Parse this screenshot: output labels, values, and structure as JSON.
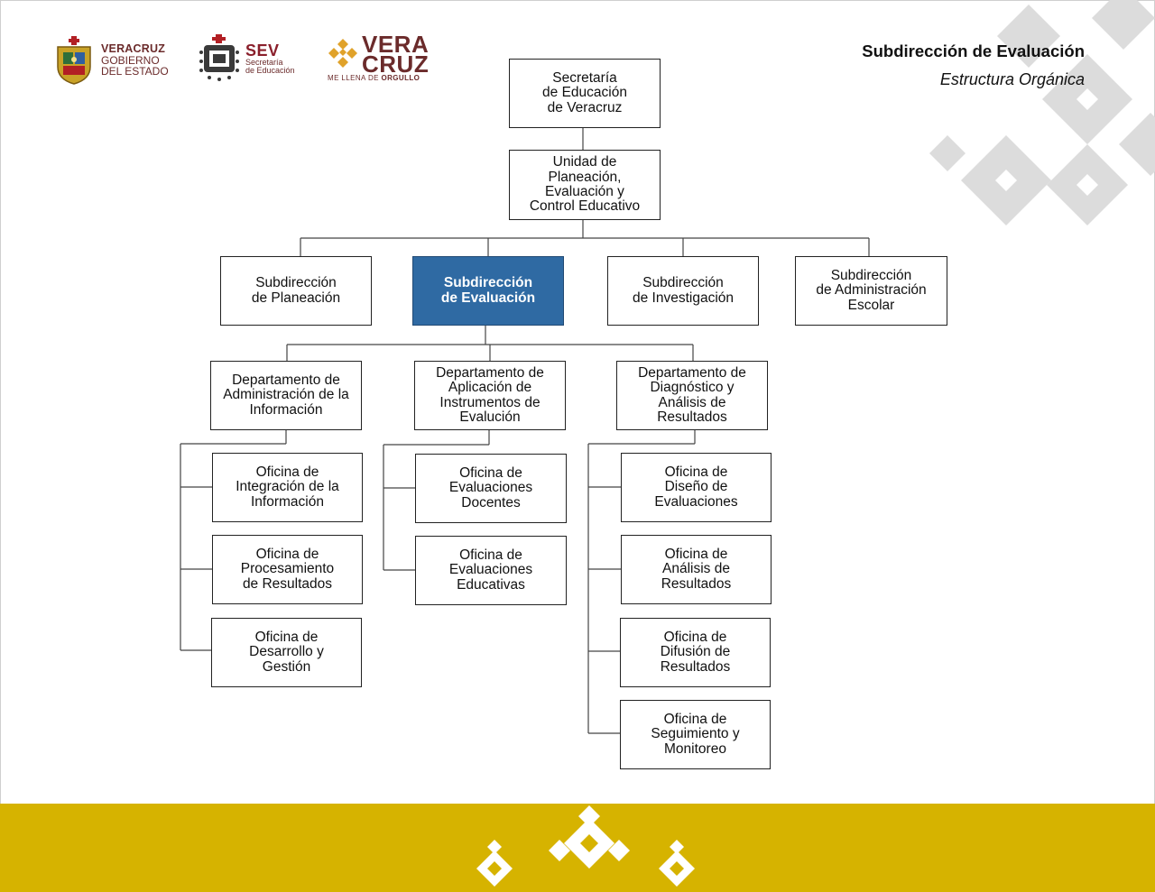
{
  "header": {
    "title": "Subdirección de Evaluación",
    "subtitle": "Estructura Orgánica"
  },
  "logos": {
    "gobierno": {
      "line1": "VERACRUZ",
      "line2": "GOBIERNO",
      "line3": "DEL ESTADO"
    },
    "sev": {
      "name": "SEV",
      "line1": "Secretaría",
      "line2": "de Educación"
    },
    "veracruz_brand": {
      "word1": "VERA",
      "word2": "CRUZ",
      "slogan_plain": "ME LLENA DE ",
      "slogan_bold": "ORGULLO"
    }
  },
  "org": {
    "secretaria": "Secretaría\nde Educación\nde Veracruz",
    "unidad": "Unidad de\nPlaneación,\nEvaluación y\nControl Educativo",
    "subdirecciones": {
      "planeacion": "Subdirección\nde Planeación",
      "evaluacion": "Subdirección\nde Evaluación",
      "investigacion": "Subdirección\nde Investigación",
      "administracion": "Subdirección\nde Administración\nEscolar"
    },
    "departamentos": {
      "admin_info": "Departamento de\nAdministración de la\nInformación",
      "aplicacion": "Departamento de\nAplicación de\nInstrumentos de\nEvalución",
      "diagnostico": "Departamento de\nDiagnóstico y\nAnálisis de\nResultados"
    },
    "oficinas": {
      "integracion": "Oficina de\nIntegración de la\nInformación",
      "procesamiento": "Oficina de\nProcesamiento\nde Resultados",
      "desarrollo": "Oficina de\nDesarrollo y\nGestión",
      "ev_docentes": "Oficina de\nEvaluaciones\nDocentes",
      "ev_educativas": "Oficina de\nEvaluaciones\nEducativas",
      "diseno": "Oficina de\nDiseño de\nEvaluaciones",
      "analisis": "Oficina de\nAnálisis de\nResultados",
      "difusion": "Oficina de\nDifusión de\nResultados",
      "seguimiento": "Oficina de\nSeguimiento y\nMonitoreo"
    }
  },
  "colors": {
    "highlight": "#2f6aa3",
    "footer": "#d6b300",
    "brand_maroon": "#6b2b2b",
    "pattern_gray": "#d9d9d9"
  }
}
